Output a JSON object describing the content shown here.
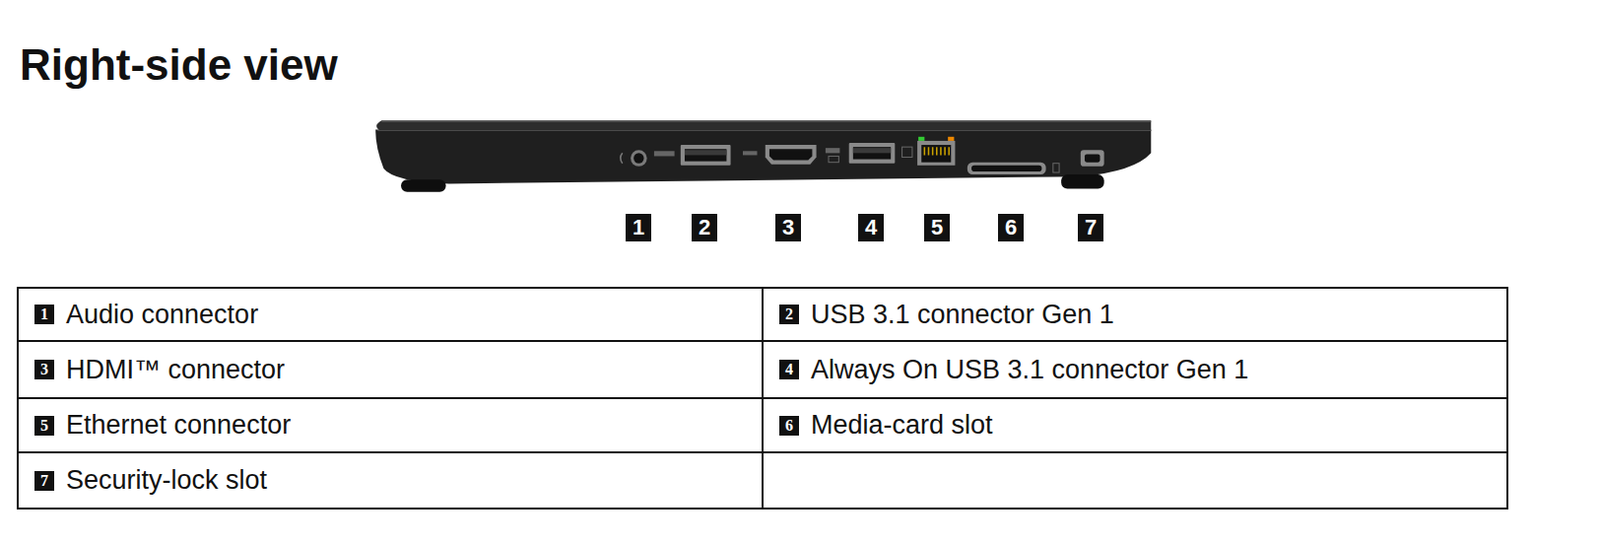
{
  "diagram": {
    "title": "Right-side view",
    "labels": [
      "1",
      "2",
      "3",
      "4",
      "5",
      "6",
      "7",
      "1",
      "Audio connector",
      "2",
      "USB 3.1 connector Gen 1",
      "3",
      "HDMI™ connector",
      "4",
      "Always On USB 3.1 connector Gen 1",
      "5",
      "Ethernet connector",
      "6",
      "Media-card slot",
      "7",
      "Security-lock slot"
    ]
  }
}
